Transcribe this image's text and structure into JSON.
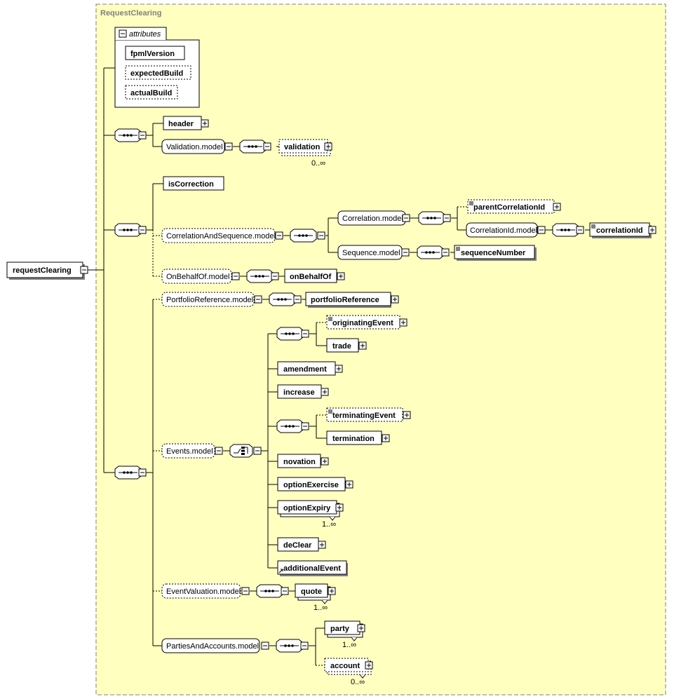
{
  "diagram": {
    "group_title": "RequestClearing",
    "root": "requestClearing",
    "attributes": {
      "title": "attributes",
      "items": [
        "fpmlVersion",
        "expectedBuild",
        "actualBuild"
      ]
    },
    "header": "header",
    "validation_model": "Validation.model",
    "validation": "validation",
    "validation_card": "0..∞",
    "isCorrection": "isCorrection",
    "correlation_and_sequence_model": "CorrelationAndSequence.model",
    "correlation_model": "Correlation.model",
    "parentCorrelationId": "parentCorrelationId",
    "correlationId_model": "CorrelationId.model",
    "correlationId": "correlationId",
    "sequence_model": "Sequence.model",
    "sequenceNumber": "sequenceNumber",
    "onBehalfOf_model": "OnBehalfOf.model",
    "onBehalfOf": "onBehalfOf",
    "portfolioReference_model": "PortfolioReference.model",
    "portfolioReference": "portfolioReference",
    "events_model": "Events.model",
    "originatingEvent": "originatingEvent",
    "trade": "trade",
    "amendment": "amendment",
    "increase": "increase",
    "terminatingEvent": "terminatingEvent",
    "termination": "termination",
    "novation": "novation",
    "optionExercise": "optionExercise",
    "optionExpiry": "optionExpiry",
    "optionExpiry_card": "1..∞",
    "deClear": "deClear",
    "additionalEvent": "additionalEvent",
    "eventValuation_model": "EventValuation.model",
    "quote": "quote",
    "quote_card": "1..∞",
    "partiesAndAccounts_model": "PartiesAndAccounts.model",
    "party": "party",
    "party_card": "1..∞",
    "account": "account",
    "account_card": "0..∞"
  },
  "colors": {
    "group_background": "#ffffc0",
    "group_border": "#808080",
    "line": "#000000",
    "box_fill": "#ffffff",
    "shadow": "#808080"
  }
}
